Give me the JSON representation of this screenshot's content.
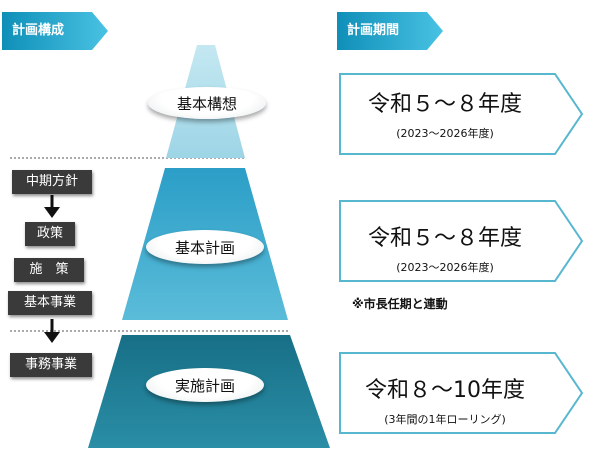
{
  "headers": {
    "composition": "計画構成",
    "period": "計画期間"
  },
  "left_stack": {
    "mid_term_policy": "中期方針",
    "policy": "政策",
    "measure": "施　策",
    "basic_project": "基本事業",
    "office_project": "事務事業"
  },
  "pyramid": {
    "top": "基本構想",
    "middle": "基本計画",
    "bottom": "実施計画"
  },
  "periods": [
    {
      "main": "令和５～８年度",
      "sub": "(2023～2026年度)"
    },
    {
      "main": "令和５～８年度",
      "sub": "(2023～2026年度)"
    },
    {
      "main": "令和８～10年度",
      "sub": "(3年間の1年ローリング)"
    }
  ],
  "note": "※市長任期と連動",
  "colors": {
    "header_arrow": "#2aa7cf",
    "top_tier": "#a9dbe9",
    "middle_tier": "#3aa7cf",
    "bottom_tier": "#1f7e94",
    "box_border": "#57b7cf",
    "dark_box": "#3a3a3a"
  }
}
